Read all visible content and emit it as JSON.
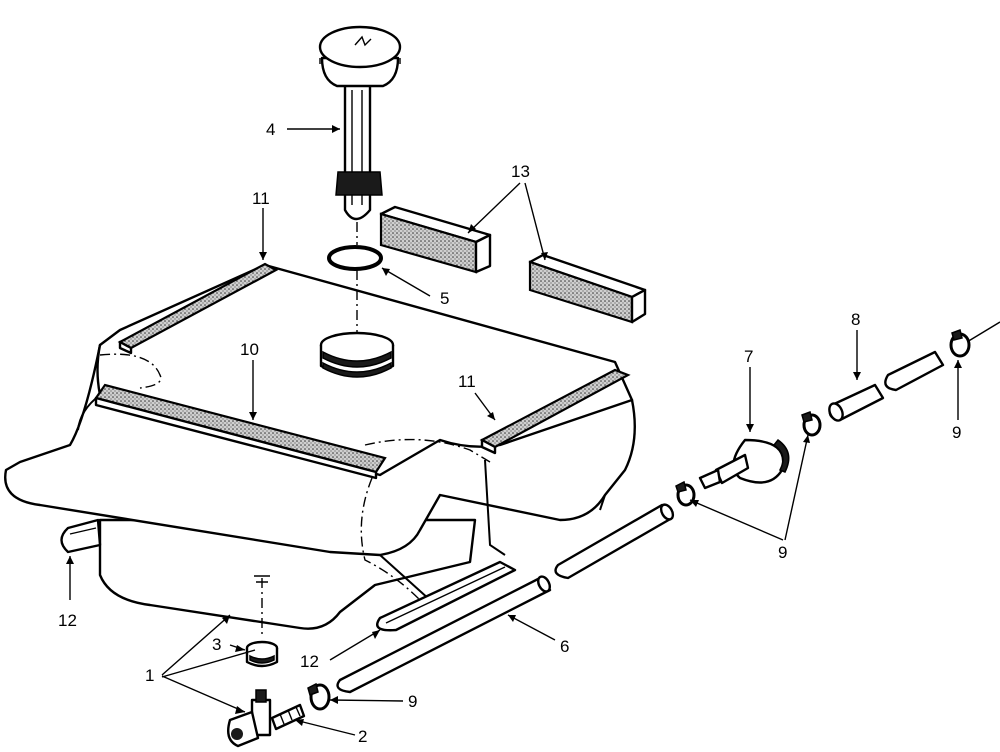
{
  "callouts": {
    "c1": "1",
    "c2": "2",
    "c3": "3",
    "c4": "4",
    "c5": "5",
    "c6": "6",
    "c7": "7",
    "c8": "8",
    "c9a": "9",
    "c9b": "9",
    "c9c": "9",
    "c10": "10",
    "c11a": "11",
    "c11b": "11",
    "c12a": "12",
    "c12b": "12",
    "c13": "13"
  }
}
